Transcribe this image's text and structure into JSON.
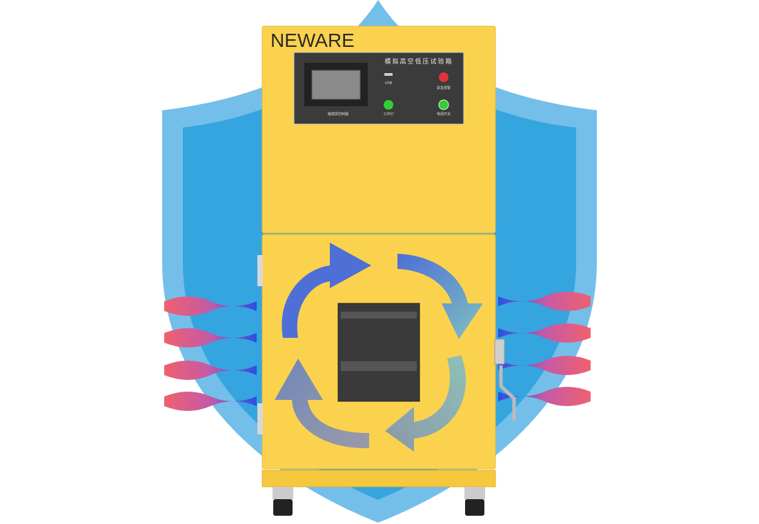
{
  "brand": "NEWARE",
  "panel": {
    "title": "模拟高空低压试验箱",
    "usb_label": "USB",
    "touchscreen_label": "触摸屏控制器",
    "work_light_label": "工作灯",
    "alarm_label": "紧急报警",
    "power_label": "电源开关"
  },
  "colors": {
    "cabinet": "#fbd24e",
    "shield_outer": "#73bfea",
    "shield_inner": "#35a5e0",
    "panel": "#3b3b3b",
    "alarm_button": "#e0343a",
    "green_light": "#2fcf33",
    "wave_hot": "#f0606e",
    "wave_cold": "#2a4fe0",
    "arrow_blue": "#4d6fd6",
    "arrow_teal": "#7fb3c0"
  }
}
